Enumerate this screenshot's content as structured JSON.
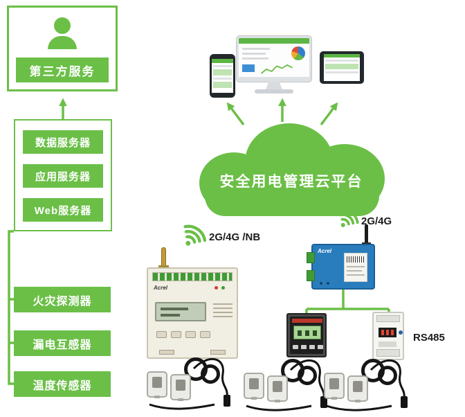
{
  "third_party": {
    "label": "第三方服务"
  },
  "server_stack": {
    "items": [
      "数据服务器",
      "应用服务器",
      "Web服务器"
    ]
  },
  "sensors": {
    "items": [
      "火灾探测器",
      "漏电互感器",
      "温度传感器"
    ]
  },
  "cloud": {
    "label": "安全用电管理云平台"
  },
  "connectivity": {
    "meter_link_label": "2G/4G /NB",
    "gateway_link_label": "2G/4G",
    "bus_label": "RS485"
  },
  "devices": {
    "meter_brand": "Acrel",
    "gateway_brand": "Acrel"
  },
  "colors": {
    "green": "#6bbf47",
    "gateway_blue": "#2a7dbd"
  }
}
